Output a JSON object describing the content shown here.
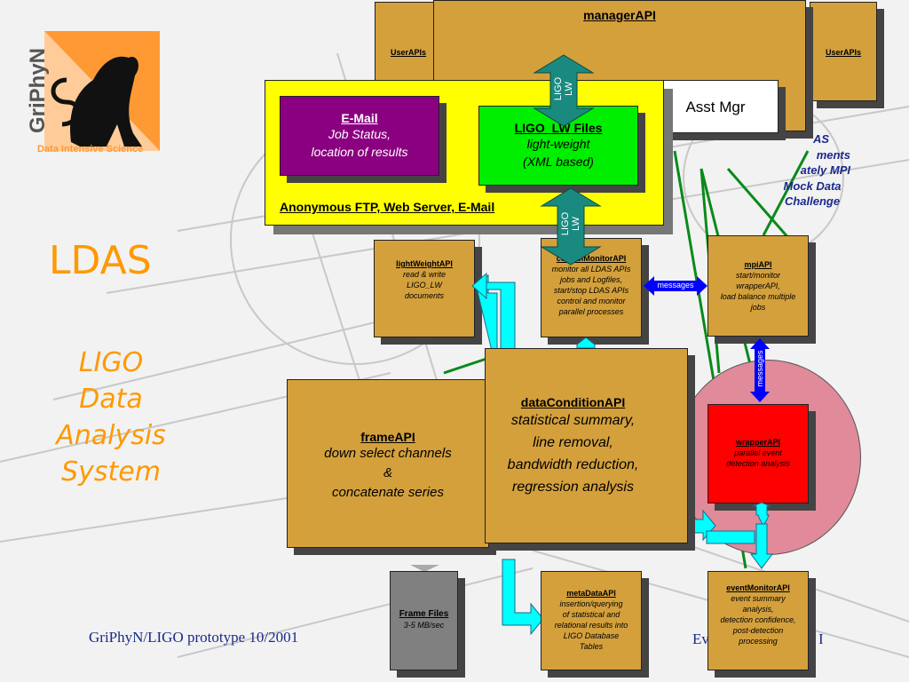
{
  "logo": {
    "vertical_text": "GriPhyN",
    "tagline": "Data Intensive Science"
  },
  "left": {
    "title": "LDAS",
    "subtitle_lines": [
      "LIGO",
      "Data",
      "Analysis",
      "System"
    ]
  },
  "footer": {
    "left": "GriPhyN/LIGO prototype 10/2001",
    "right_partial": "Ev",
    "right_partial_end": "I"
  },
  "boxes": {
    "manager": {
      "title": "managerAPI"
    },
    "userapis_left": {
      "title": "UserAPIs"
    },
    "userapis_right": {
      "title": "UserAPIs"
    },
    "assetmgr": {
      "title": "Asst Mgr"
    },
    "email": {
      "title": "E-Mail",
      "lines": [
        "Job Status,",
        "location of results"
      ]
    },
    "ligolw": {
      "title": "LIGO_LW Files",
      "lines": [
        "light-weight",
        "(XML based)"
      ]
    },
    "anon": {
      "title": "Anonymous FTP, Web Server, E-Mail"
    },
    "lightweight": {
      "title": "lightWeightAPI",
      "lines": [
        "read & write",
        "LIGO_LW",
        "documents"
      ]
    },
    "control": {
      "title": "controlMonitorAPI",
      "lines": [
        "monitor all LDAS APIs",
        "jobs and Logfiles,",
        "start/stop LDAS APIs",
        "control and monitor",
        "parallel processes"
      ]
    },
    "mpi": {
      "title": "mpiAPI",
      "lines": [
        "start/monitor",
        "wrapperAPI,",
        "load balance multiple",
        "jobs"
      ]
    },
    "frame": {
      "title": "frameAPI",
      "lines": [
        "down select channels",
        "&",
        "concatenate series"
      ]
    },
    "datacondition": {
      "title": "dataConditionAPI",
      "lines": [
        "statistical summary,",
        "line removal,",
        "bandwidth reduction,",
        "regression analysis"
      ]
    },
    "wrapper": {
      "title": "wrapperAPI",
      "lines": [
        "parallel event",
        "detection analysis"
      ]
    },
    "framefiles": {
      "title": "Frame Files",
      "lines": [
        "3-5 MB/sec"
      ]
    },
    "metadata": {
      "title": "metaDataAPI",
      "lines": [
        "insertion/querying",
        "of statistical and",
        "relational results into",
        "LIGO Database",
        "Tables"
      ]
    },
    "eventmonitor": {
      "title": "eventMonitorAPI",
      "lines": [
        "event summary",
        "analysis,",
        "detection confidence,",
        "post-detection",
        "processing"
      ]
    }
  },
  "mock_data_text": [
    "AS",
    "ments",
    "ately MPI",
    "Mock Data",
    "Challenge"
  ],
  "arrow_labels": {
    "ligo_lw_top": [
      "LIGO",
      "LW"
    ],
    "ligo_lw_mid": [
      "LIGO",
      "LW"
    ],
    "messages_h": "messages",
    "messages_v": "messages"
  },
  "colors": {
    "box_tan": "#d4a03c",
    "yellow_panel": "#ffff00",
    "email_purple": "#8a0080",
    "ligolw_green": "#00ee00",
    "wrapper_red": "#ff0000",
    "framefiles_gray": "#808080",
    "circle_pink": "#e08a9a",
    "teal_arrow": "#1a8a80",
    "cyan_arrow": "#00ffff",
    "blue_arrow": "#0000ff",
    "green_line": "#0a8a1a",
    "orange_text": "#ff9900",
    "footer_blue": "#1a2a8a"
  }
}
